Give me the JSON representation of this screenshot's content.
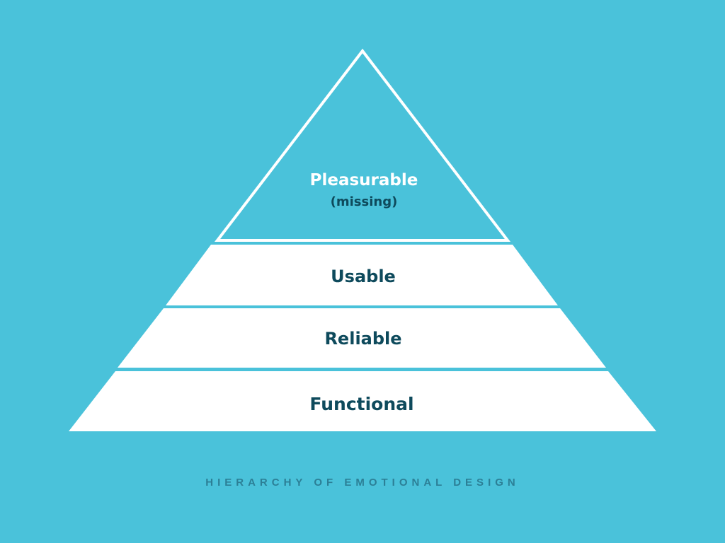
{
  "colors": {
    "background": "#4ac2da",
    "tier_fill": "#ffffff",
    "tier_text": "#0e4a5c",
    "top_text": "#ffffff",
    "top_subtext": "#0e4a5c",
    "outline": "#ffffff"
  },
  "pyramid": {
    "top": {
      "label": "Pleasurable",
      "sublabel": "(missing)"
    },
    "tiers": [
      {
        "label": "Usable"
      },
      {
        "label": "Reliable"
      },
      {
        "label": "Functional"
      }
    ]
  },
  "caption": "HIERARCHY OF EMOTIONAL DESIGN"
}
